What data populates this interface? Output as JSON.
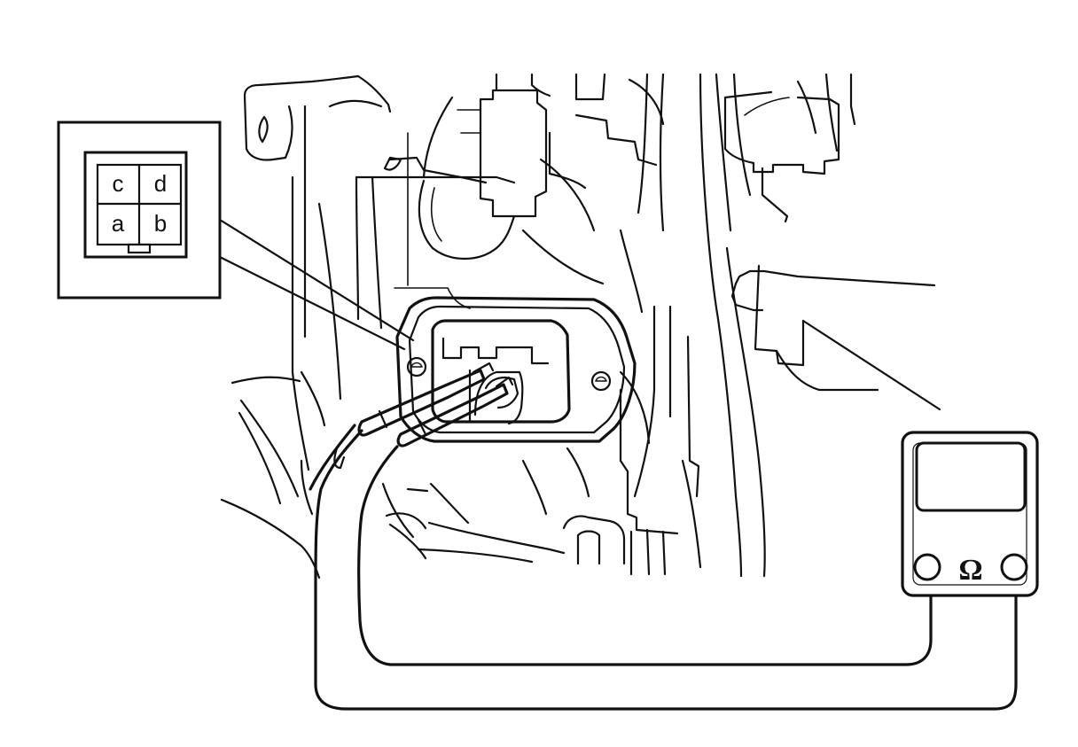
{
  "connector_terminals": {
    "top_left": "c",
    "top_right": "d",
    "bottom_left": "a",
    "bottom_right": "b"
  },
  "meter": {
    "symbol": "Ω"
  }
}
